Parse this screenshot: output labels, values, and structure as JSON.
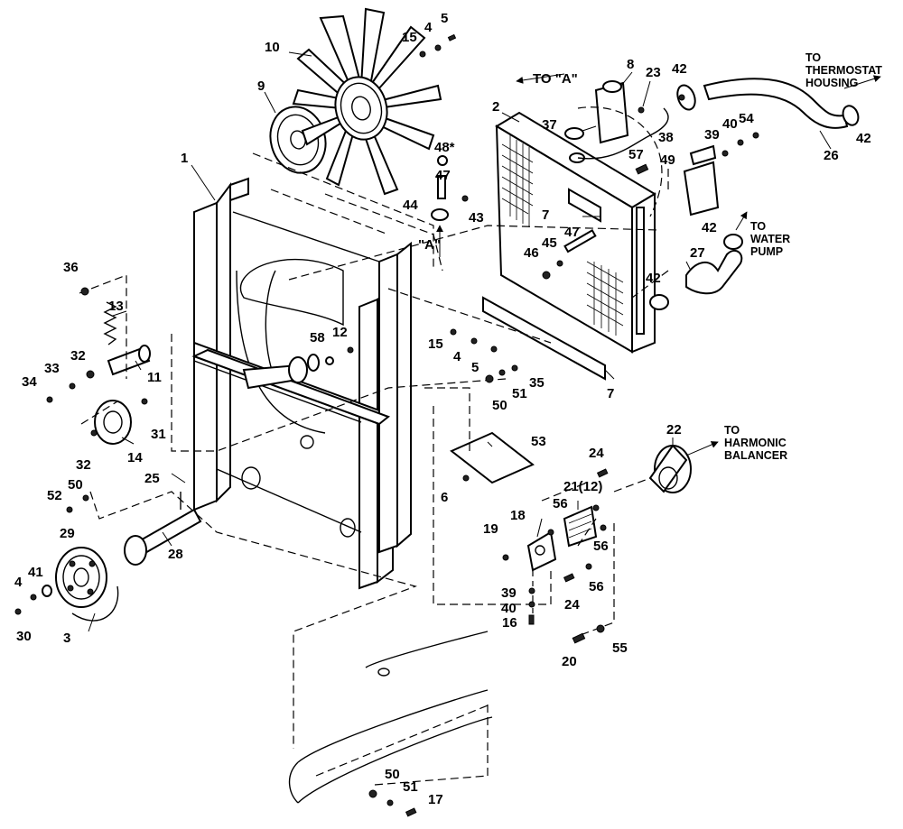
{
  "diagram": {
    "callouts": {
      "c1": "1",
      "c2": "2",
      "c3": "3",
      "c4a": "4",
      "c4b": "4",
      "c4c": "4",
      "c5a": "5",
      "c5b": "5",
      "c6": "6",
      "c7a": "7",
      "c7b": "7",
      "c8": "8",
      "c9": "9",
      "c10": "10",
      "c11": "11",
      "c12": "12",
      "c13": "13",
      "c14": "14",
      "c15a": "15",
      "c15b": "15",
      "c16": "16",
      "c17": "17",
      "c18": "18",
      "c19": "19",
      "c20": "20",
      "c21": "21(12)",
      "c22": "22",
      "c23": "23",
      "c24a": "24",
      "c24b": "24",
      "c25": "25",
      "c26": "26",
      "c27": "27",
      "c28": "28",
      "c29": "29",
      "c30": "30",
      "c31": "31",
      "c32a": "32",
      "c32b": "32",
      "c33": "33",
      "c34": "34",
      "c35": "35",
      "c36": "36",
      "c37": "37",
      "c38": "38",
      "c39a": "39",
      "c39b": "39",
      "c40a": "40",
      "c40b": "40",
      "c41": "41",
      "c42a": "42",
      "c42b": "42",
      "c42c": "42",
      "c42d": "42",
      "c43": "43",
      "c44": "44",
      "c45": "45",
      "c46": "46",
      "c47a": "47",
      "c47b": "47",
      "c48": "48*",
      "c49": "49",
      "c50a": "50",
      "c50b": "50",
      "c50c": "50",
      "c51a": "51",
      "c51b": "51",
      "c52": "52",
      "c53": "53",
      "c54": "54",
      "c55": "55",
      "c56a": "56",
      "c56b": "56",
      "c56c": "56",
      "c57": "57",
      "c58": "58"
    },
    "notes": {
      "to_a": "TO \"A\"",
      "a_label": "\"A\"",
      "thermostat_1": "TO",
      "thermostat_2": "THERMOSTAT",
      "thermostat_3": "HOUSING",
      "water_1": "TO",
      "water_2": "WATER",
      "water_3": "PUMP",
      "harmonic_1": "TO",
      "harmonic_2": "HARMONIC",
      "harmonic_3": "BALANCER"
    }
  }
}
